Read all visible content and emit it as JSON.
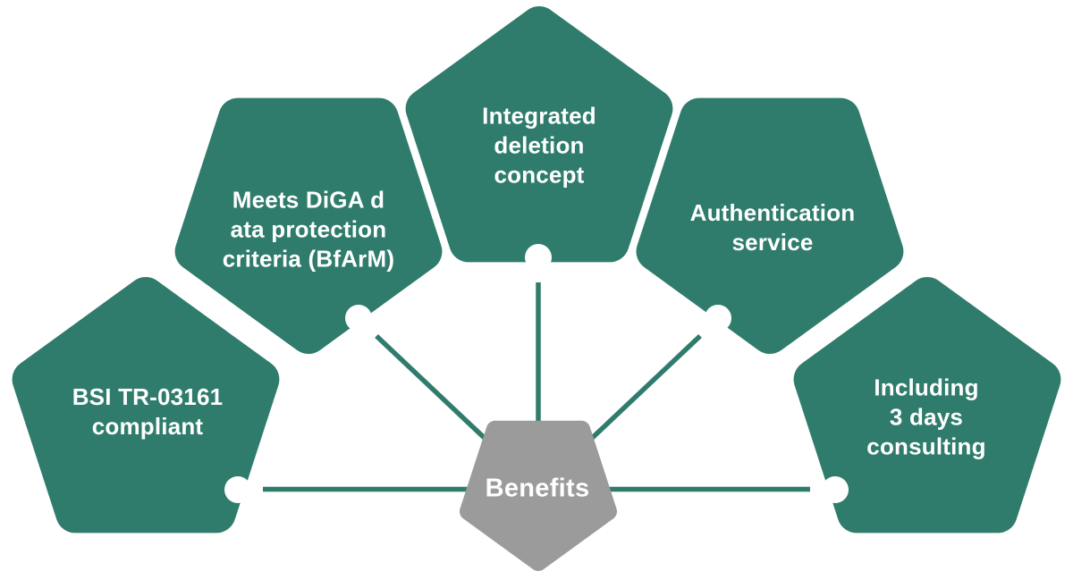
{
  "colors": {
    "petal": "#2F7C6C",
    "line": "#2F7C6C",
    "dot": "#FFFFFF",
    "center": "#9B9B9B",
    "label_text": "#FFFFFF",
    "background": "#FFFFFF"
  },
  "center": {
    "label": "Benefits"
  },
  "petals": [
    {
      "id": "bsi-compliant",
      "label": "BSI TR-03161\ncompliant"
    },
    {
      "id": "diga-criteria",
      "label": "Meets DiGA d\nata protection\ncriteria (BfArM)"
    },
    {
      "id": "deletion-concept",
      "label": "Integrated\ndeletion\nconcept"
    },
    {
      "id": "authentication",
      "label": "Authentication\nservice"
    },
    {
      "id": "consulting",
      "label": "Including\n3 days\nconsulting"
    }
  ]
}
